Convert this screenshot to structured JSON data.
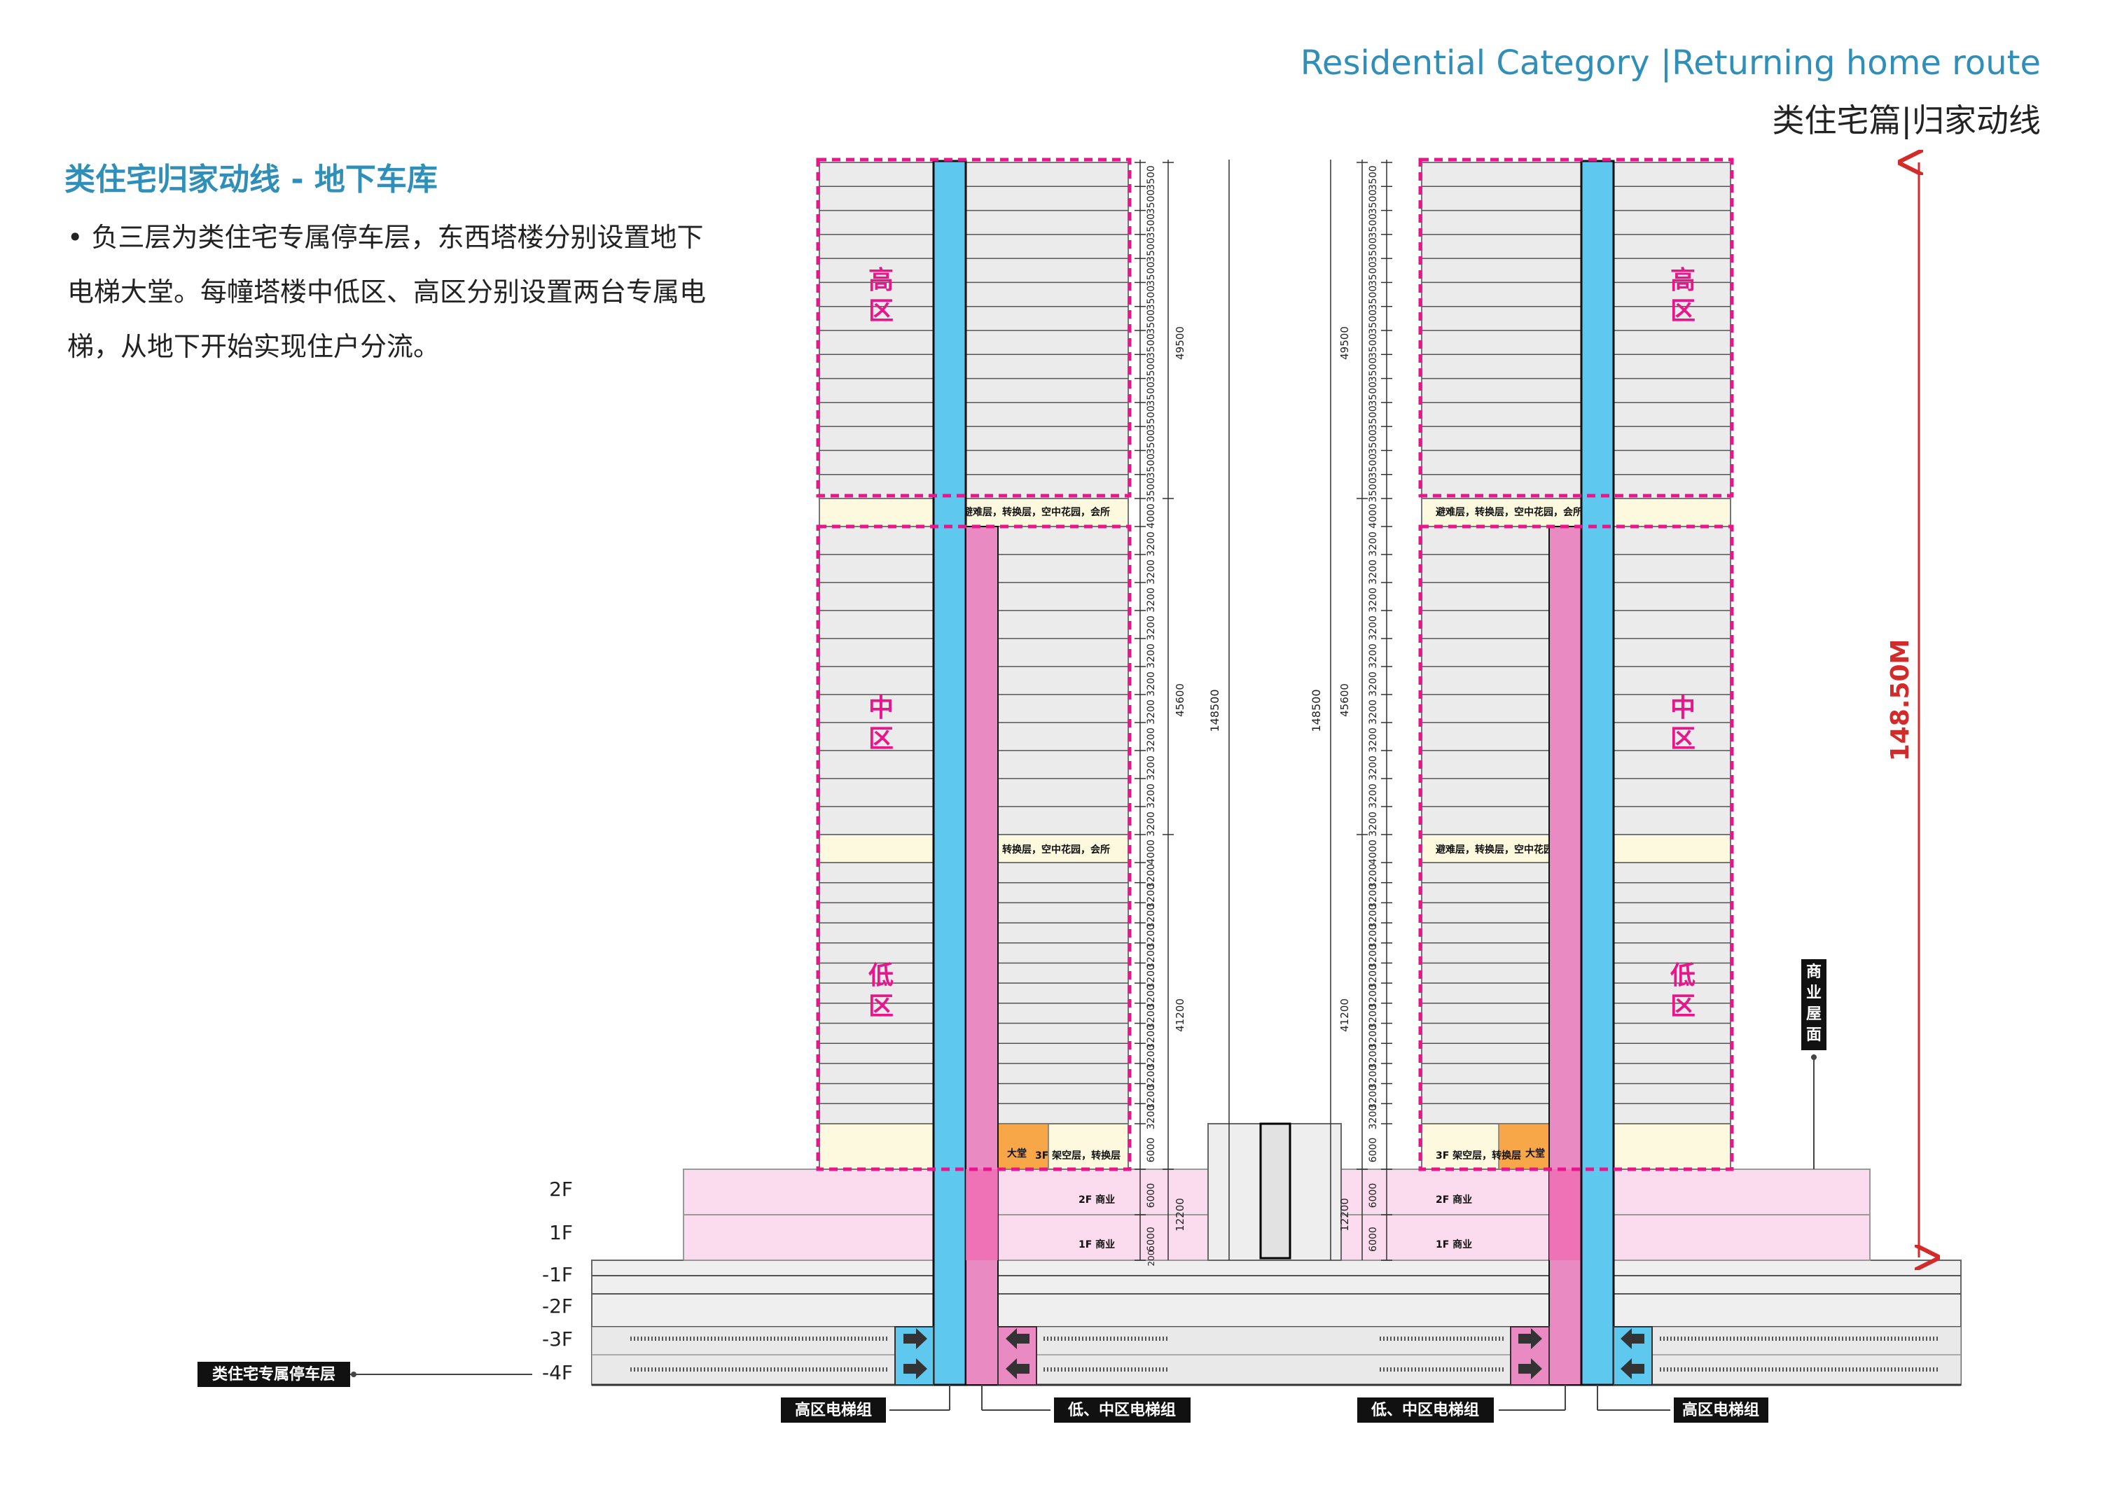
{
  "header": {
    "title_en": "Residential Category |Returning home route",
    "title_cn": "类住宅篇|归家动线"
  },
  "section": {
    "title": "类住宅归家动线 - 地下车库",
    "description": "• 负三层为类住宅专属停车层，东西塔楼分别设置地下电梯大堂。每幢塔楼中低区、高区分别设置两台专属电梯，从地下开始实现住户分流。"
  },
  "diagram": {
    "zones": {
      "high": "高区",
      "mid": "中区",
      "low": "低区"
    },
    "refuge_label": "避难层，转换层，空中花园，会所",
    "lobby_label": "大堂",
    "stilt_label_left": "3F 架空层，转换层",
    "stilt_label_right": "3F 架空层，转换层",
    "podium_2f": "2F 商业",
    "podium_1f": "1F 商业",
    "floors": [
      "2F",
      "1F",
      "-1F",
      "-2F",
      "-3F",
      "-4F"
    ],
    "height_label": "148.50M",
    "commercial_roof": "商业屋面",
    "parking_label": "类住宅专属停车层",
    "elevator_high": "高区电梯组",
    "elevator_lowmid": "低、中区电梯组",
    "dims": {
      "floor_high": "3500",
      "refuge": "4000",
      "floor_mid": "3200",
      "stilt": "6000",
      "podium_floor": "6000",
      "base": "200",
      "high_total": "49500",
      "mid_total": "45600",
      "low_total": "41200",
      "podium_total": "12200",
      "total": "148500"
    },
    "colors": {
      "zone_border": "#e8168a",
      "zone_text": "#e8168a",
      "high_shaft": "#5fc8ee",
      "lowmid_shaft": "#ea8ac2",
      "podium": "#fbdcef",
      "refuge": "#fdf9df",
      "lobby": "#f7a747",
      "floor_fill": "#ebebeb",
      "height_arrow": "#d32a2a",
      "header_blue": "#2f8fb8"
    }
  }
}
